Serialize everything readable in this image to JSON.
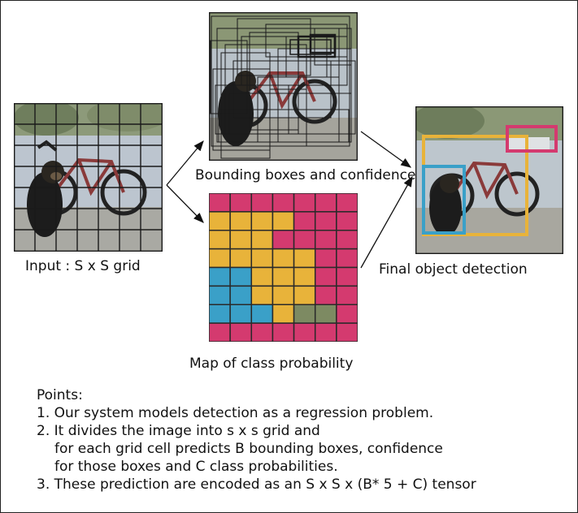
{
  "captions": {
    "input": "Input : S x S grid",
    "bounding": "Bounding boxes and confidence",
    "classmap": "Map of class probability",
    "final": "Final object detection"
  },
  "points": {
    "heading": "Points:",
    "p1": "1. Our system models detection as a regression problem.",
    "p2a": "2. It divides the image into s x s grid and",
    "p2b": "for each grid cell predicts B bounding boxes, confidence",
    "p2c": "for those boxes and C class probabilities.",
    "p3": "3. These prediction are encoded as an S x S x (B* 5 + C) tensor"
  },
  "colors": {
    "magenta": "#d43a6f",
    "yellow": "#e8b33a",
    "blue": "#3aa0c8",
    "olive": "#7d8a62",
    "bbox_yellow": "#e8b33a",
    "bbox_blue": "#3aa0c8",
    "bbox_magenta": "#d43a6f"
  },
  "class_map": [
    [
      "m",
      "m",
      "m",
      "m",
      "m",
      "m",
      "m"
    ],
    [
      "y",
      "y",
      "y",
      "y",
      "m",
      "m",
      "m"
    ],
    [
      "y",
      "y",
      "y",
      "m",
      "m",
      "m",
      "m"
    ],
    [
      "y",
      "y",
      "y",
      "y",
      "y",
      "m",
      "m"
    ],
    [
      "b",
      "b",
      "y",
      "y",
      "y",
      "m",
      "m"
    ],
    [
      "b",
      "b",
      "y",
      "y",
      "y",
      "m",
      "m"
    ],
    [
      "b",
      "b",
      "b",
      "y",
      "o",
      "o",
      "m"
    ],
    [
      "m",
      "m",
      "m",
      "m",
      "m",
      "m",
      "m"
    ]
  ]
}
